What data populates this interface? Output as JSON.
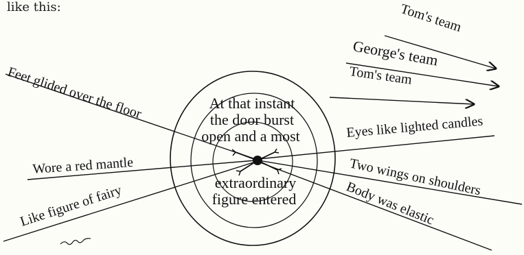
{
  "intro_text": "like this:",
  "center_text": {
    "line1": "At that instant",
    "line2": "the door burst",
    "line3": "open and a most",
    "line4": "extraordinary",
    "line5": "figure entered"
  },
  "right_top": {
    "a": "Tom's team",
    "b": "George's team",
    "c": "Tom's team"
  },
  "left_branches": {
    "feet": "Feet glided over the floor",
    "mantle": "Wore a red mantle",
    "fairy": "Like figure of fairy"
  },
  "right_branches": {
    "eyes": "Eyes like lighted candles",
    "wings": "Two wings on shoulders",
    "body": "Body was elastic"
  }
}
